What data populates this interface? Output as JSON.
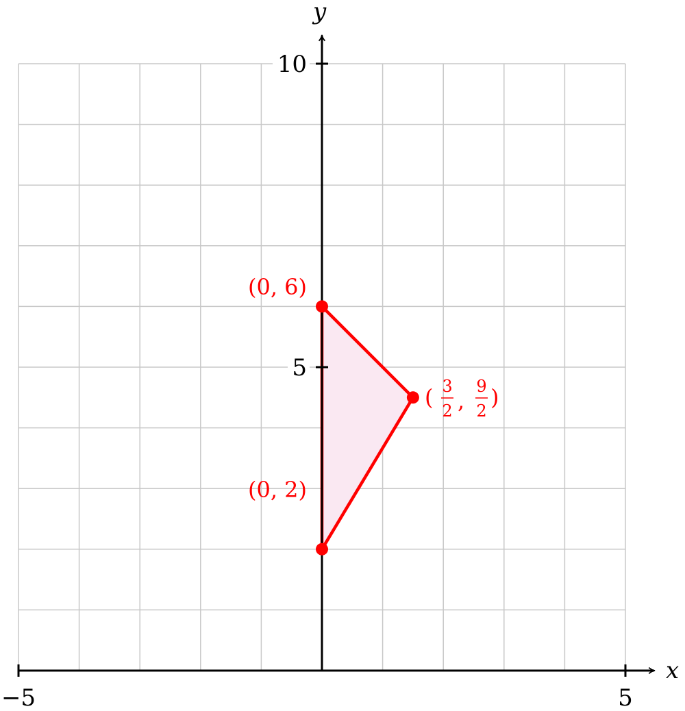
{
  "chart_data": {
    "type": "scatter",
    "title": "",
    "xlabel": "x",
    "ylabel": "y",
    "xlim": [
      -5,
      5
    ],
    "ylim": [
      0,
      10
    ],
    "grid": true,
    "x_ticks": [
      -5,
      5
    ],
    "y_ticks": [
      5,
      10
    ],
    "x_tick_labels": [
      "−5",
      "5"
    ],
    "y_tick_labels": [
      "5",
      "10"
    ],
    "polygon": {
      "vertices": [
        [
          0,
          2
        ],
        [
          0,
          6
        ],
        [
          1.5,
          4.5
        ]
      ],
      "fill": "#fae8f2",
      "stroke": "#ff0000"
    },
    "points": [
      {
        "x": 0,
        "y": 6,
        "label": "(0, 6)"
      },
      {
        "x": 1.5,
        "y": 4.5,
        "label_num_x": "3",
        "label_den_x": "2",
        "label_num_y": "9",
        "label_den_y": "2"
      },
      {
        "x": 0,
        "y": 2,
        "label": "(0, 2)"
      }
    ]
  },
  "colors": {
    "grid": "#c8c8c8",
    "axis": "#000000",
    "accent": "#ff0000"
  }
}
